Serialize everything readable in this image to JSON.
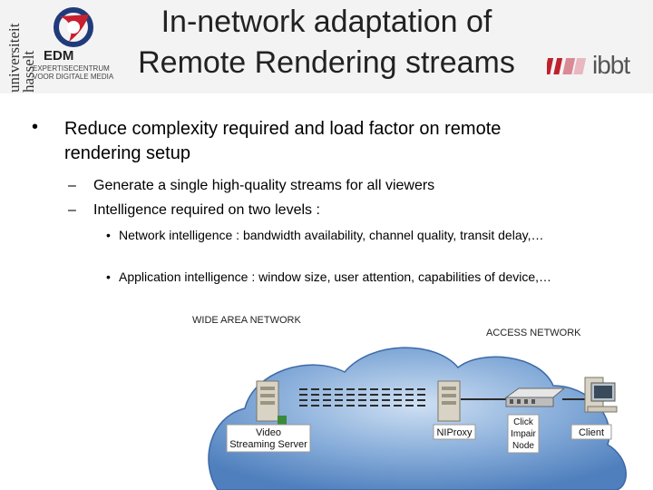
{
  "header": {
    "title_line1": "In-network adaptation of",
    "title_line2": "Remote Rendering streams",
    "logo_left_text_1": "universiteit",
    "logo_left_text_2": "hasselt",
    "logo_edm_word": "EDM",
    "logo_edm_sub_1": "EXPERTISECENTRUM",
    "logo_edm_sub_2": "VOOR DIGITALE MEDIA",
    "logo_right_text": "ibbt"
  },
  "content": {
    "bullet1": "Reduce complexity required and load factor on remote rendering setup",
    "sub1": "Generate a single high-quality streams for all viewers",
    "sub2": "Intelligence required on two levels :",
    "subsub1": "Network intelligence : bandwidth availability, channel quality, transit delay,…",
    "subsub2": "Application intelligence : window size, user attention, capabilities of device,…"
  },
  "diagram": {
    "wan_label": "WIDE AREA NETWORK",
    "access_label": "ACCESS NETWORK",
    "server_label_1": "Video",
    "server_label_2": "Streaming Server",
    "proxy_label": "NIProxy",
    "node_label_1": "Click",
    "node_label_2": "Impair",
    "node_label_3": "Node",
    "client_label": "Client"
  },
  "colors": {
    "header_bg": "#f3f3f3",
    "cloud_blue": "#5d8fc8",
    "edm_red": "#c8202e",
    "ibbt_accent": "#c0202e"
  }
}
